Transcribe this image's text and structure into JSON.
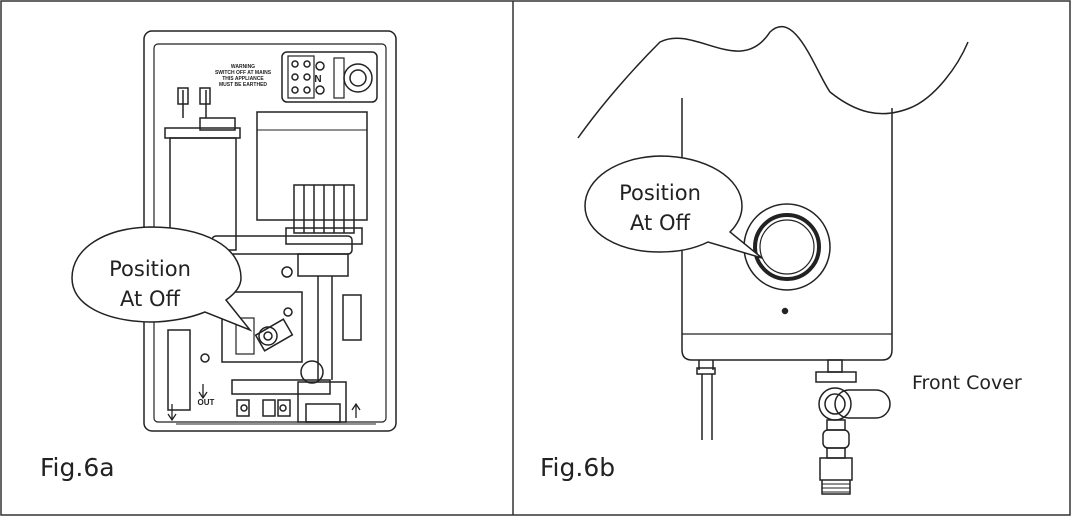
{
  "panels": [
    {
      "caption": "Fig.6a",
      "callout": {
        "line1": "Position",
        "line2": "At Off"
      },
      "warning": [
        "WARNING",
        "SWITCH OFF AT MAINS",
        "THIS APPLIANCE",
        "MUST BE EARTHED"
      ],
      "terminal_label": "N",
      "outlet_label": "OUT"
    },
    {
      "caption": "Fig.6b",
      "callout": {
        "line1": "Position",
        "line2": "At Off"
      },
      "part_label": "Front Cover"
    }
  ]
}
